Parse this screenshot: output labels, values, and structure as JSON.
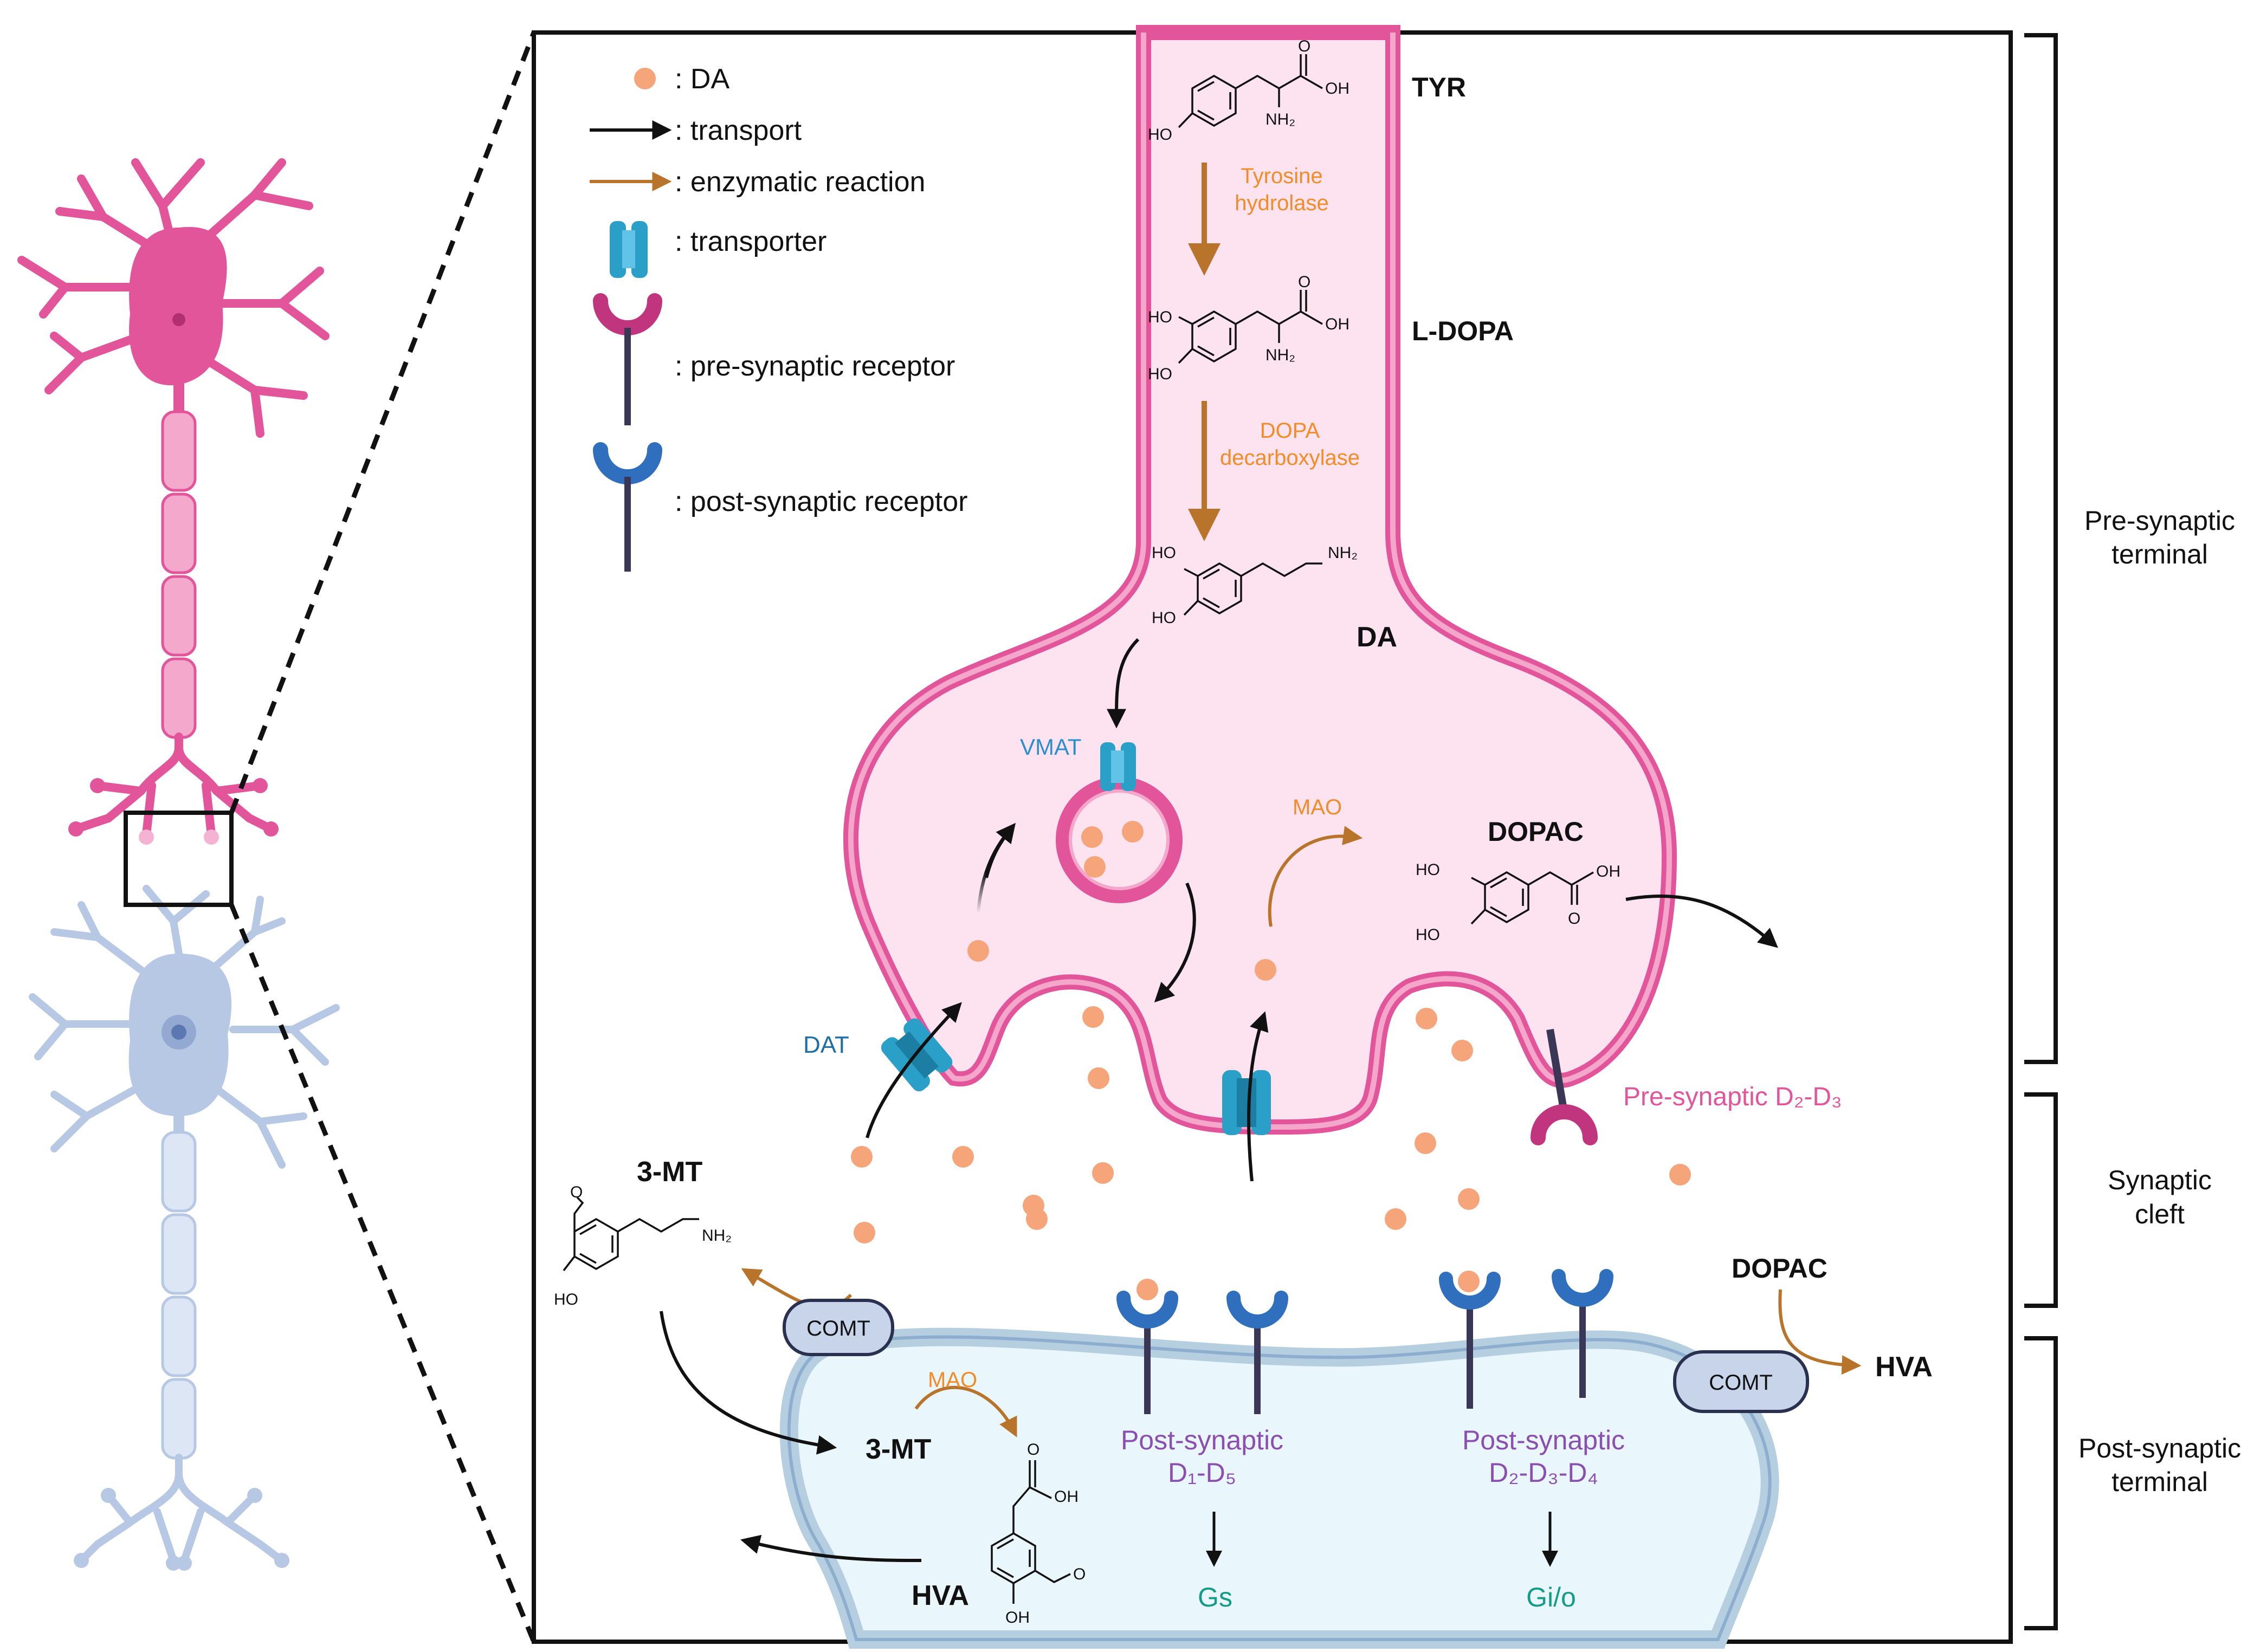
{
  "legend": {
    "da": ": DA",
    "transport": ": transport",
    "enzymatic": ": enzymatic reaction",
    "transporter": ": transporter",
    "pre_receptor": ": pre-synaptic receptor",
    "post_receptor": ": post-synaptic receptor"
  },
  "brackets": {
    "pre_line1": "Pre-synaptic",
    "pre_line2": "terminal",
    "cleft_line1": "Synaptic",
    "cleft_line2": "cleft",
    "post_line1": "Post-synaptic",
    "post_line2": "terminal"
  },
  "molecules": {
    "tyr": "TYR",
    "ldopa": "L-DOPA",
    "da": "DA",
    "dopac_pre": "DOPAC",
    "dopac_cleft": "DOPAC",
    "mt3_cleft": "3-MT",
    "mt3_post": "3-MT",
    "hva_right": "HVA",
    "hva_post": "HVA"
  },
  "chem": {
    "ho": "HO",
    "oh": "OH",
    "o": "O",
    "nh2": "NH₂"
  },
  "enzymes": {
    "tyrosine_line1": "Tyrosine",
    "tyrosine_line2": "hydrolase",
    "dopa_line1": "DOPA",
    "dopa_line2": "decarboxylase",
    "mao_pre": "MAO",
    "mao_post": "MAO",
    "comt_left": "COMT",
    "comt_right": "COMT"
  },
  "transporters": {
    "vmat": "VMAT",
    "dat": "DAT"
  },
  "receptors": {
    "pre_d2d3": "Pre-synaptic D₂-D₃",
    "post_d1d5_line1": "Post-synaptic",
    "post_d1d5_line2": "D₁-D₅",
    "post_d2d3d4_line1": "Post-synaptic",
    "post_d2d3d4_line2": "D₂-D₃-D₄",
    "gs": "Gs",
    "gio": "Gi/o"
  },
  "colors": {
    "pre_neuron": "#e2559a",
    "pre_fill": "#fde3f0",
    "post_neuron": "#b7c8e4",
    "post_fill": "#e9f6fb",
    "dopamine": "#f6a57a",
    "enzyme_text": "#f28c28",
    "enzyme_arrow": "#b8742a",
    "transporter": "#2a9fc8",
    "dat_text": "#1e6fa8",
    "pre_receptor": "#c0357e",
    "post_receptor_cup": "#2f6fbe",
    "post_text": "#8a4fb0",
    "g_protein_text": "#149c88",
    "comt_fill": "#c8d4ea"
  }
}
